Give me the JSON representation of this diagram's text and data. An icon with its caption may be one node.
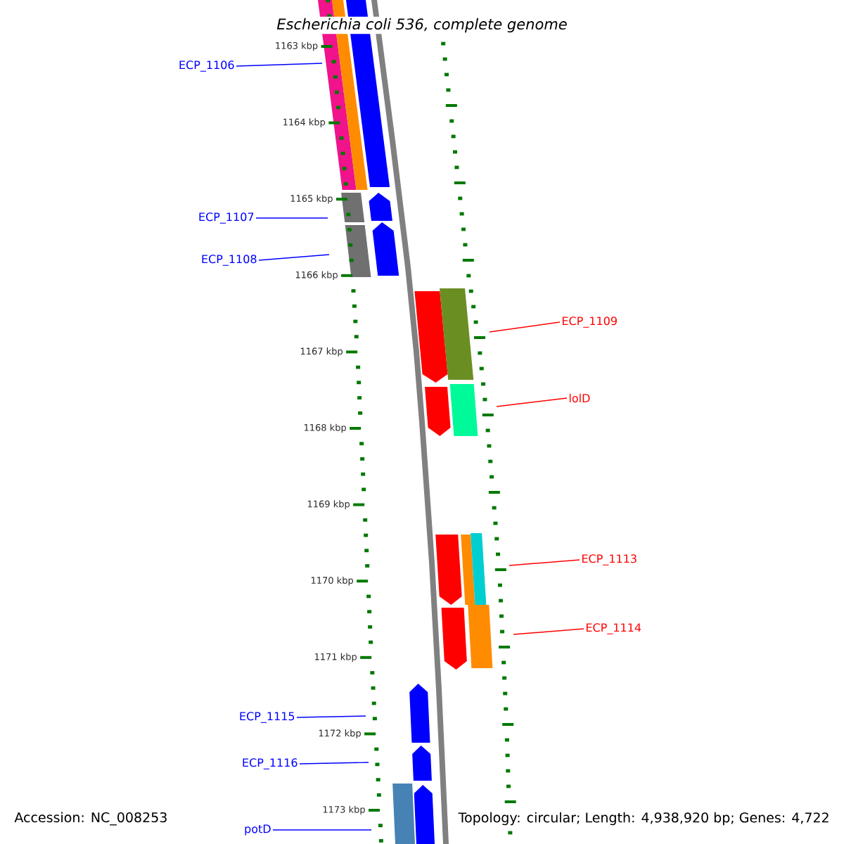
{
  "diagram": {
    "title": "Escherichia coli 536, complete genome",
    "nodes": [
      {
        "text": [
          "ECP_1106"
        ]
      },
      {
        "text": [
          "ECP_1107"
        ]
      },
      {
        "text": [
          "ECP_1108"
        ]
      },
      {
        "text": [
          "ECP_1109"
        ]
      },
      {
        "text": [
          "lolD"
        ]
      },
      {
        "text": [
          "ECP_1113"
        ]
      },
      {
        "text": [
          "ECP_1114"
        ]
      },
      {
        "text": [
          "ECP_1115"
        ]
      },
      {
        "text": [
          "ECP_1116"
        ]
      },
      {
        "text": [
          "potD"
        ]
      }
    ],
    "edges": [
      {
        "from": 0,
        "to": null,
        "arrow": "none",
        "color": "#0000ff"
      },
      {
        "from": 1,
        "to": null,
        "arrow": "none",
        "color": "#0000ff"
      },
      {
        "from": 2,
        "to": null,
        "arrow": "none",
        "color": "#0000ff"
      },
      {
        "from": 3,
        "to": null,
        "arrow": "none",
        "color": "#ff0000"
      },
      {
        "from": 4,
        "to": null,
        "arrow": "none",
        "color": "#ff0000"
      },
      {
        "from": 5,
        "to": null,
        "arrow": "none",
        "color": "#ff0000"
      },
      {
        "from": 6,
        "to": null,
        "arrow": "none",
        "color": "#ff0000"
      },
      {
        "from": 7,
        "to": null,
        "arrow": "none",
        "color": "#0000ff"
      },
      {
        "from": 8,
        "to": null,
        "arrow": "none",
        "color": "#0000ff"
      },
      {
        "from": 9,
        "to": null,
        "arrow": "none",
        "color": "#0000ff"
      }
    ],
    "labels": [
      "1163 kbp",
      "1164 kbp",
      "1165 kbp",
      "1166 kbp",
      "1167 kbp",
      "1168 kbp",
      "1169 kbp",
      "1170 kbp",
      "1171 kbp",
      "1172 kbp",
      "1173 kbp",
      "Accession: NC_008253",
      "Topology: circular; Length: 4,938,920 bp; Genes: 4,722"
    ]
  }
}
